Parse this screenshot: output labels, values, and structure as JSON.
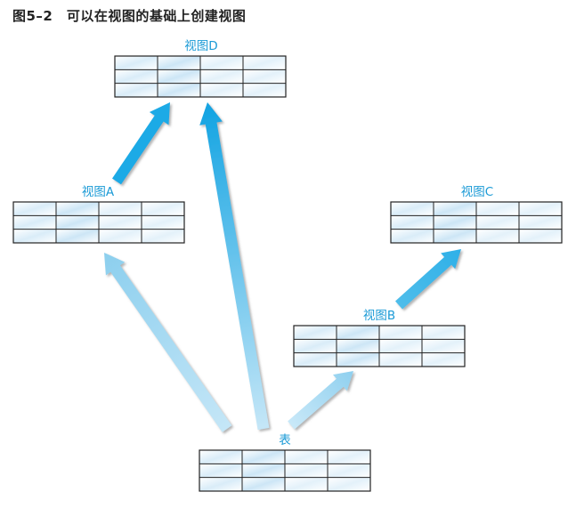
{
  "figure": {
    "title": "图5–2　可以在视图的基础上创建视图"
  },
  "nodes": [
    {
      "id": "view-d",
      "label": "视图D"
    },
    {
      "id": "view-a",
      "label": "视图A"
    },
    {
      "id": "view-c",
      "label": "视图C"
    },
    {
      "id": "view-b",
      "label": "视图B"
    },
    {
      "id": "table",
      "label": "表"
    }
  ],
  "edges": [
    {
      "from": "table",
      "to": "view-a"
    },
    {
      "from": "table",
      "to": "view-d"
    },
    {
      "from": "table",
      "to": "view-b"
    },
    {
      "from": "view-a",
      "to": "view-d"
    },
    {
      "from": "view-b",
      "to": "view-c"
    }
  ],
  "colors": {
    "accent": "#1a9ad6",
    "arrow_strong": "#1eaae6",
    "arrow_light": "#a8dcf4",
    "grid_fill": "#cfe8f7",
    "grid_line": "#222222"
  }
}
